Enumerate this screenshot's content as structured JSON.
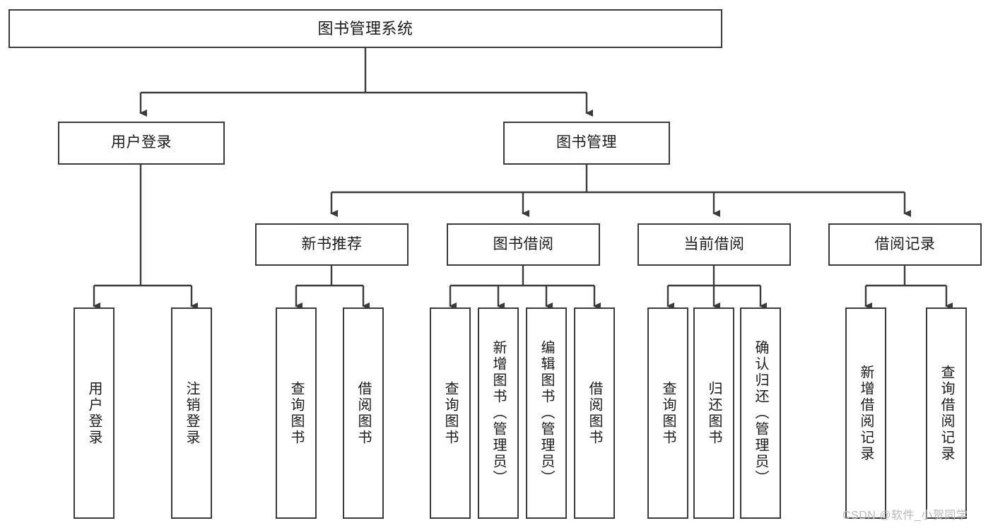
{
  "diagram": {
    "title": "图书管理系统",
    "type": "tree-hierarchy",
    "stroke_color": "#3b3b3b",
    "fill_color": "#ffffff",
    "text_color": "#1b1b1b"
  },
  "root": {
    "label": "图书管理系统"
  },
  "level2": [
    {
      "label": "用户登录"
    },
    {
      "label": "图书管理"
    }
  ],
  "level3": [
    {
      "label": "新书推荐"
    },
    {
      "label": "图书借阅"
    },
    {
      "label": "当前借阅"
    },
    {
      "label": "借阅记录"
    }
  ],
  "leaves": {
    "user_login": [
      {
        "label": "用户登录"
      },
      {
        "label": "注销登录"
      }
    ],
    "new_book_recommend": [
      {
        "label": "查询图书"
      },
      {
        "label": "借阅图书"
      }
    ],
    "book_borrow": [
      {
        "label": "查询图书"
      },
      {
        "label": "新增图书（管理员）"
      },
      {
        "label": "编辑图书（管理员）"
      },
      {
        "label": "借阅图书"
      }
    ],
    "current_borrow": [
      {
        "label": "查询图书"
      },
      {
        "label": "归还图书"
      },
      {
        "label": "确认归还（管理员）"
      }
    ],
    "borrow_record": [
      {
        "label": "新增借阅记录"
      },
      {
        "label": "查询借阅记录"
      }
    ]
  },
  "watermark": {
    "text": "CSDN @软件_小贺同学"
  }
}
